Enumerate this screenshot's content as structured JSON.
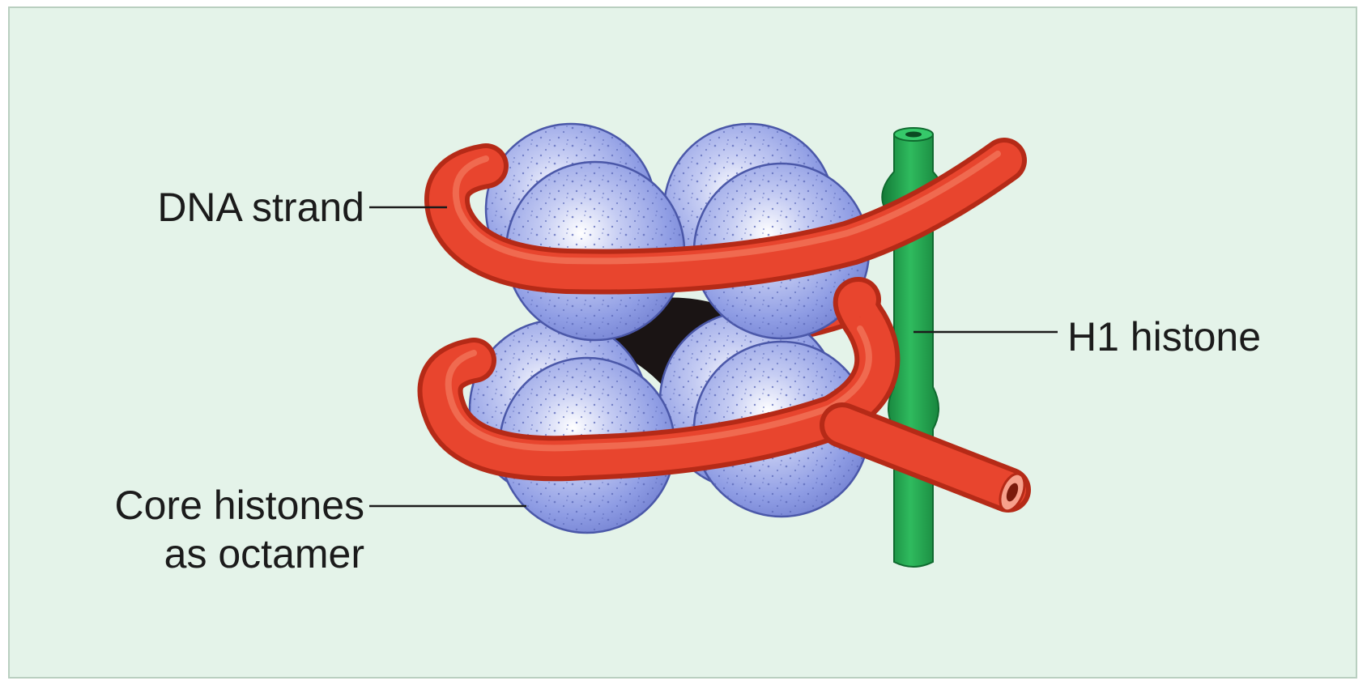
{
  "labels": {
    "dna_strand": "DNA strand",
    "core_histones": [
      "Core histones",
      "as octamer"
    ],
    "h1_histone": "H1 histone"
  },
  "colors": {
    "background": "#e4f3e9",
    "histone_blue": "#8e9de6",
    "histone_stipple": "#5a68b8",
    "dna_red": "#e8452e",
    "dna_dark": "#b52a17",
    "h1_green": "#1f9a4a",
    "core_black": "#1a1414"
  }
}
